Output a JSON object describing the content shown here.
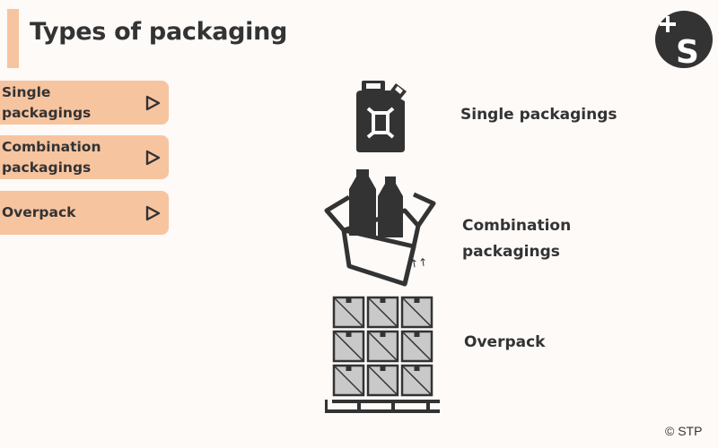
{
  "header": {
    "title": "Types of packaging",
    "accent_color": "#f7c4a0",
    "logo": "plus-s-logo"
  },
  "sidebar": {
    "items": [
      {
        "label": "Single packagings",
        "icon": "play-triangle-icon"
      },
      {
        "label": "Combination packagings",
        "icon": "play-triangle-icon"
      },
      {
        "label": "Overpack",
        "icon": "play-triangle-icon"
      }
    ]
  },
  "illustrations": [
    {
      "label": "Single packagings",
      "icon": "jerrycan-icon"
    },
    {
      "label": "Combination packagings",
      "icon": "box-with-bottles-icon"
    },
    {
      "label": "Overpack",
      "icon": "pallet-with-boxes-icon"
    }
  ],
  "footer": {
    "copyright": "© STP"
  }
}
